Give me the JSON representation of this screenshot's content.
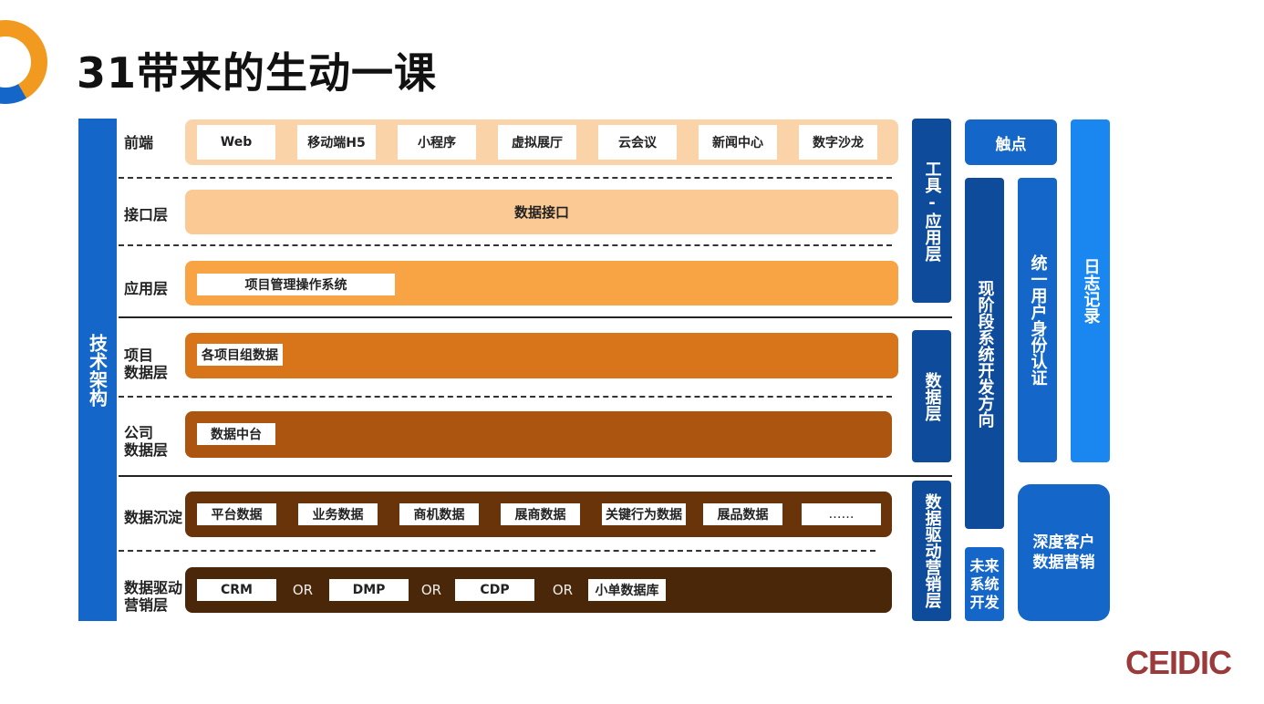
{
  "title": "31带来的生动一课",
  "left_bar": "技术架构",
  "rows": {
    "frontend": "前端",
    "interface": "接口层",
    "application": "应用层",
    "project_data_1": "项目",
    "project_data_2": "数据层",
    "company_data_1": "公司",
    "company_data_2": "数据层",
    "deposit": "数据沉淀",
    "driven_1": "数据驱动",
    "driven_2": "营销层"
  },
  "frontend_chips": [
    "Web",
    "移动端H5",
    "小程序",
    "虚拟展厅",
    "云会议",
    "新闻中心",
    "数字沙龙"
  ],
  "interface_band": "数据接口",
  "application_chip": "项目管理操作系统",
  "project_chip": "各项目组数据",
  "company_chip": "数据中台",
  "deposit_chips": [
    "平台数据",
    "业务数据",
    "商机数据",
    "展商数据",
    "关键行为数据",
    "展品数据",
    "……"
  ],
  "driven_items": [
    "CRM",
    "OR",
    "DMP",
    "OR",
    "CDP",
    "OR",
    "小单数据库"
  ],
  "right": {
    "tools_layer": "工具-应用层",
    "data_layer": "数据层",
    "driven_layer": "数据驱动营销层",
    "touchpoint": "触点",
    "current_direction": "现阶段系统开发方向",
    "unified_identity": "统一用户身份认证",
    "log_record": "日志记录",
    "future_dev": "未来系统开发",
    "deep_marketing": "深度客户数据营销"
  },
  "brand": "CEIDIC",
  "colors": {
    "blue_main": "#1466c8",
    "blue_dark": "#0e4c9b",
    "blue_light": "#1a86f0",
    "peach": "#fbd3a8",
    "peach2": "#fbc993",
    "orange": "#f9a444",
    "orange_dark": "#d8751a",
    "brown": "#ac5510",
    "brown_dark": "#6a340b",
    "brown_darkest": "#4a2708",
    "brand_red": "#9b3a3a"
  }
}
